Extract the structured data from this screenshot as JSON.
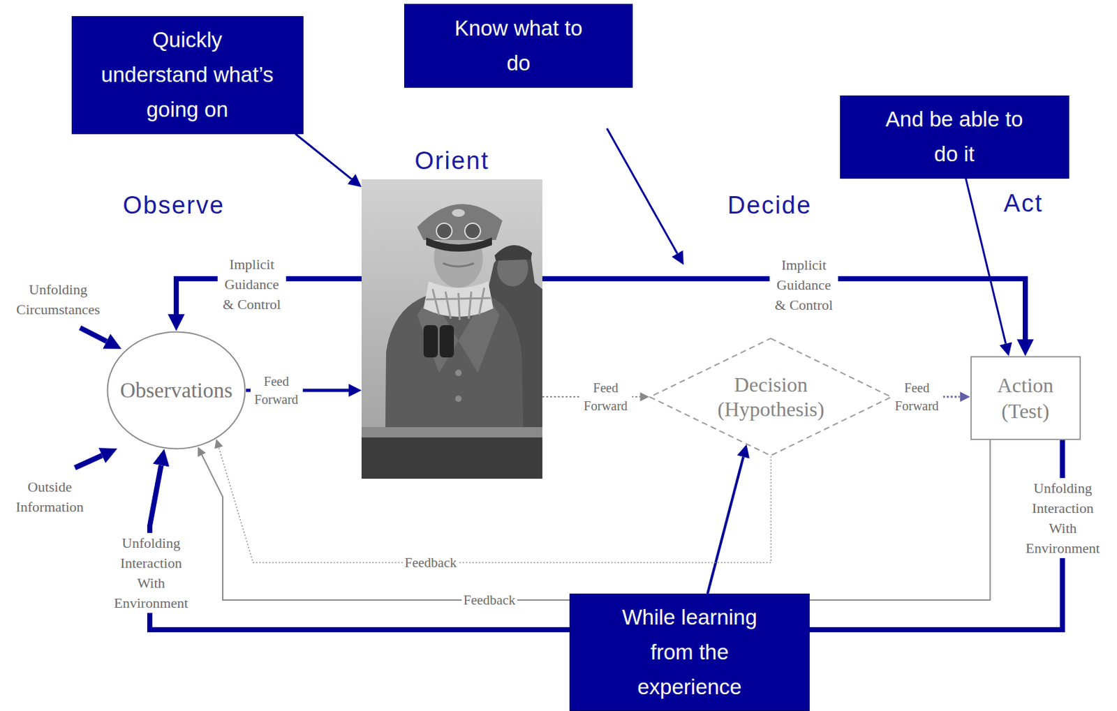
{
  "diagram": {
    "nodes": [
      {
        "text": [
          "Quickly understand what’s going on"
        ]
      },
      {
        "text": [
          "Know what to do"
        ]
      },
      {
        "text": [
          "And be able to do it"
        ]
      },
      {
        "text": [
          "Orient"
        ]
      },
      {
        "text": [
          "Observations"
        ]
      },
      {
        "text": [
          "Decision (Hypothesis)"
        ]
      },
      {
        "text": [
          "Action (Test)"
        ]
      },
      {
        "text": [
          "While learning from the experience"
        ]
      }
    ],
    "edges": [
      {
        "from": 0,
        "to": 3,
        "arrow": "to"
      },
      {
        "from": 2,
        "to": 6,
        "arrow": "to"
      },
      {
        "from": 7,
        "to": 5,
        "arrow": "to"
      },
      {
        "from": 4,
        "to": 3,
        "label": "Feed Forward",
        "arrow": "to"
      },
      {
        "from": 3,
        "to": 5,
        "label": "Feed Forward",
        "arrow": "to"
      },
      {
        "from": 5,
        "to": 6,
        "label": "Feed Forward",
        "arrow": "to"
      },
      {
        "from": 3,
        "to": 4,
        "label": "Implicit Guidance & Control",
        "arrow": "to"
      },
      {
        "from": 3,
        "to": 6,
        "label": "Implicit Guidance & Control",
        "arrow": "to"
      },
      {
        "from": 5,
        "to": 4,
        "label": "Feedback",
        "arrow": "to"
      },
      {
        "from": 6,
        "to": 4,
        "label": "Feedback",
        "arrow": "to"
      },
      {
        "from": 6,
        "to": 4,
        "label": "Unfolding Interaction With Environment",
        "arrow": "to"
      }
    ],
    "labels": [
      "Observe",
      "Decide",
      "Act",
      "Unfolding Circumstances",
      "Outside Information",
      "Unfolding Interaction With Environment"
    ]
  }
}
